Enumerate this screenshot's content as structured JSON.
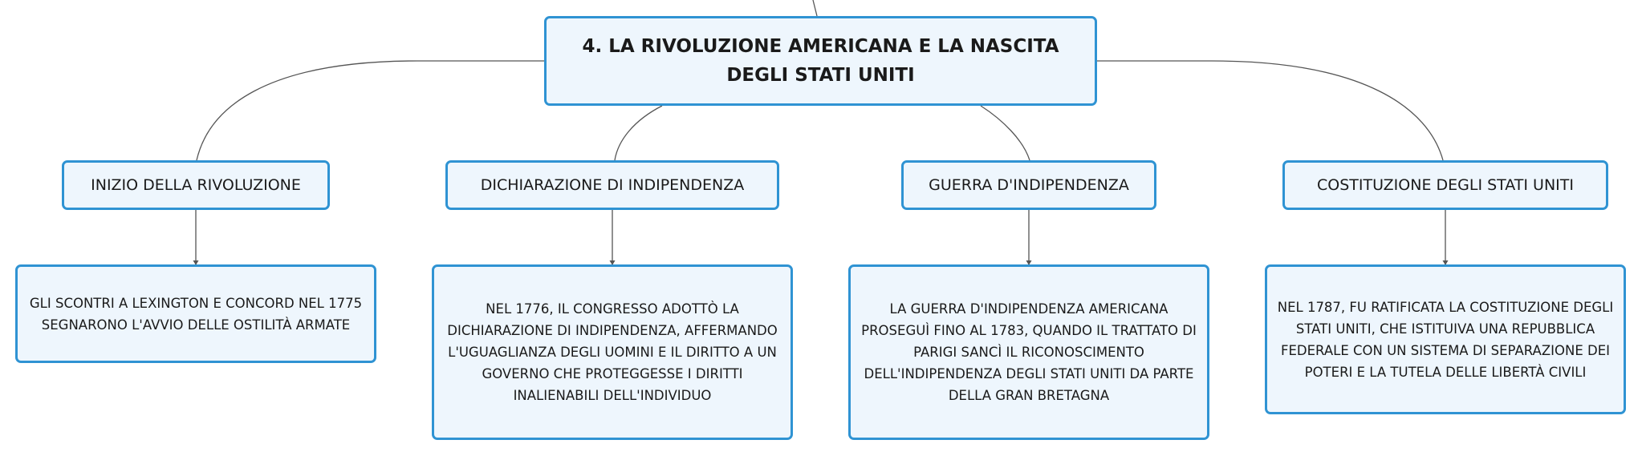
{
  "root": {
    "title": "4. LA RIVOLUZIONE AMERICANA E LA NASCITA DEGLI STATI UNITI"
  },
  "topics": [
    {
      "label": "INIZIO DELLA RIVOLUZIONE",
      "description": "GLI SCONTRI A LEXINGTON E CONCORD NEL 1775 SEGNARONO L'AVVIO DELLE OSTILITÀ ARMATE"
    },
    {
      "label": "DICHIARAZIONE DI INDIPENDENZA",
      "description": "NEL 1776, IL CONGRESSO ADOTTÒ LA DICHIARAZIONE DI INDIPENDENZA, AFFERMANDO L'UGUAGLIANZA DEGLI UOMINI E IL DIRITTO A UN GOVERNO CHE PROTEGGESSE I DIRITTI INALIENABILI DELL'INDIVIDUO"
    },
    {
      "label": "GUERRA D'INDIPENDENZA",
      "description": "LA GUERRA D'INDIPENDENZA AMERICANA PROSEGUÌ FINO AL 1783, QUANDO IL TRATTATO DI PARIGI SANCÌ IL RICONOSCIMENTO DELL'INDIPENDENZA DEGLI STATI UNITI DA PARTE DELLA GRAN BRETAGNA"
    },
    {
      "label": "COSTITUZIONE DEGLI STATI UNITI",
      "description": "NEL 1787, FU RATIFICATA LA COSTITUZIONE DEGLI STATI UNITI, CHE ISTITUIVA UNA REPUBBLICA FEDERALE CON UN SISTEMA DI SEPARAZIONE DEI POTERI E LA TUTELA DELLE LIBERTÀ CIVILI"
    }
  ],
  "colors": {
    "node_border": "#2f93d3",
    "node_fill": "#eef6fd",
    "connector": "#555555"
  }
}
